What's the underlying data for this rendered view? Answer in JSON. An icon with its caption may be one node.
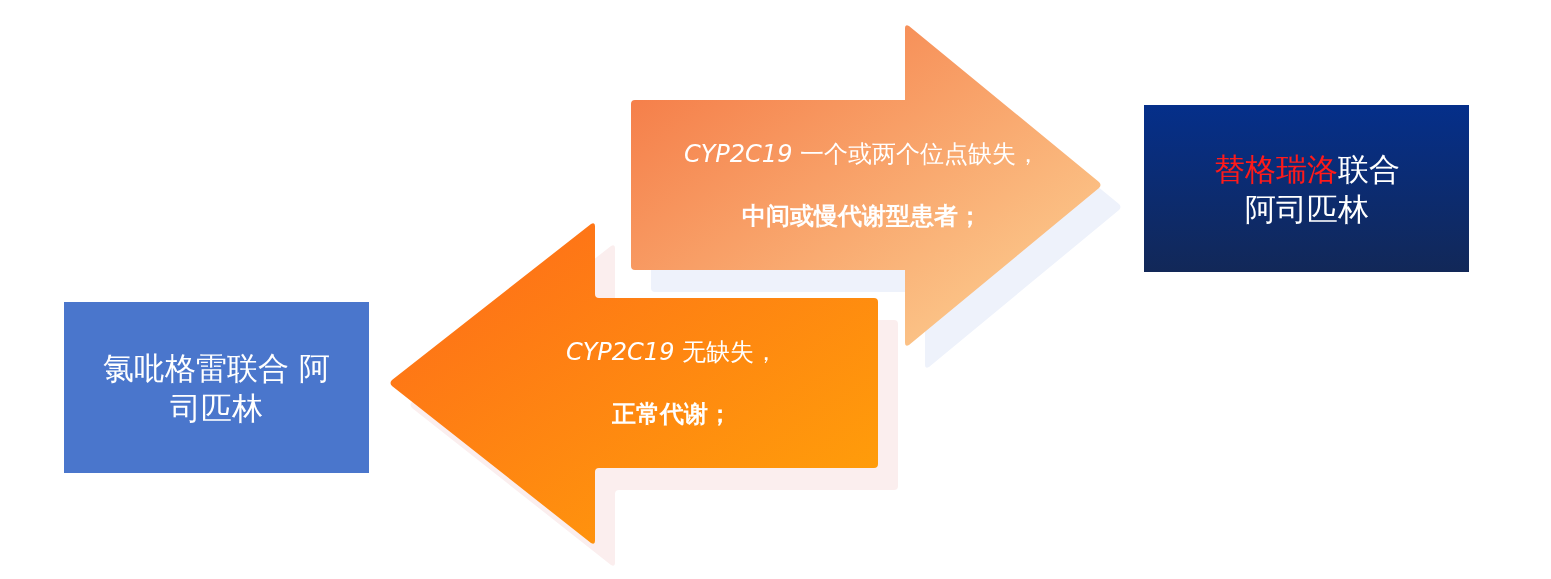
{
  "diagram": {
    "nodes": [
      {
        "text": [
          "*CYP2C19* 一个或两个位点缺失，",
          "中间或慢代谢型患者；"
        ]
      },
      {
        "text": [
          "替格瑞洛",
          "联合",
          "阿司匹林"
        ]
      },
      {
        "text": [
          "氯吡格雷联合 阿司匹林"
        ]
      },
      {
        "text": [
          "*CYP2C19* 无缺失，",
          "正常代谢；"
        ]
      }
    ]
  }
}
